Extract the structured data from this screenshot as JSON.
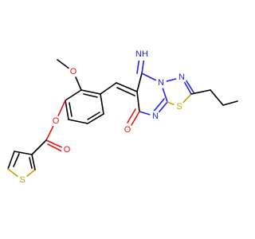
{
  "atoms": {
    "O_methoxy": "O",
    "O_ester": "O",
    "O_carbonyl": "O",
    "O_ketone": "O",
    "S_thiophene": "S",
    "S_thiadiazole": "S",
    "N_imine": "NH",
    "N_ring_a": "N",
    "N_ring_b": "N",
    "N_ring_c": "N"
  },
  "colors": {
    "nitrogen": "#2222ee",
    "oxygen": "#ee1111",
    "sulfur": "#c8a000",
    "carbon": "#000000"
  }
}
